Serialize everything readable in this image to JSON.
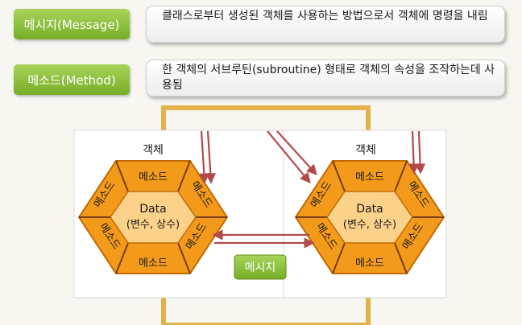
{
  "definitions": [
    {
      "term": "메시지(Message)",
      "description": "클래스로부터 생성된 객체를 사용하는 방법으로서 객체에 명령을 내림"
    },
    {
      "term": "메소드(Method)",
      "description": "한 객체의 서브루틴(subroutine) 형태로 객체의 속성을 조작하는데 사용됨"
    }
  ],
  "diagram": {
    "objects": [
      {
        "title": "객체",
        "method_label": "메소드",
        "core_line1": "Data",
        "core_line2": "(변수, 상수)"
      },
      {
        "title": "객체",
        "method_label": "메소드",
        "core_line1": "Data",
        "core_line2": "(변수, 상수)"
      }
    ],
    "message_label": "메시지"
  },
  "colors": {
    "tag_green": "#8bc13b",
    "hex_orange": "#f39a1b",
    "hex_core": "#fcd189",
    "arrow": "#b24a4a",
    "frame": "#e4b24a"
  }
}
